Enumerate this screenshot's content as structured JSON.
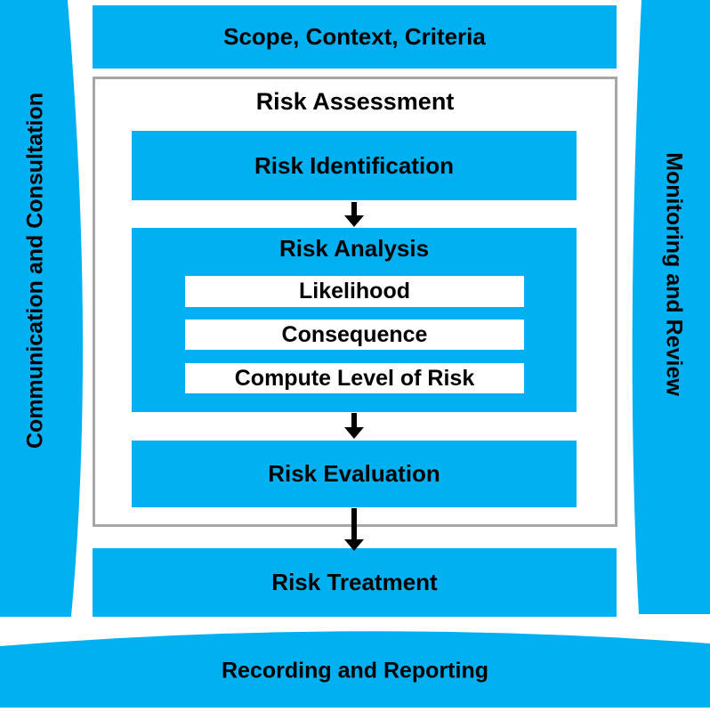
{
  "colors": {
    "accent": "#00B0F0",
    "border": "#A6A6A6",
    "text": "#000000"
  },
  "frame": {
    "top": "Scope, Context, Criteria",
    "left": "Communication and Consultation",
    "right": "Monitoring and Review",
    "bottom": "Recording and Reporting"
  },
  "process": {
    "assessment_title": "Risk Assessment",
    "identification": "Risk Identification",
    "analysis": {
      "title": "Risk Analysis",
      "items": [
        "Likelihood",
        "Consequence",
        "Compute Level of Risk"
      ]
    },
    "evaluation": "Risk Evaluation",
    "treatment": "Risk Treatment"
  }
}
